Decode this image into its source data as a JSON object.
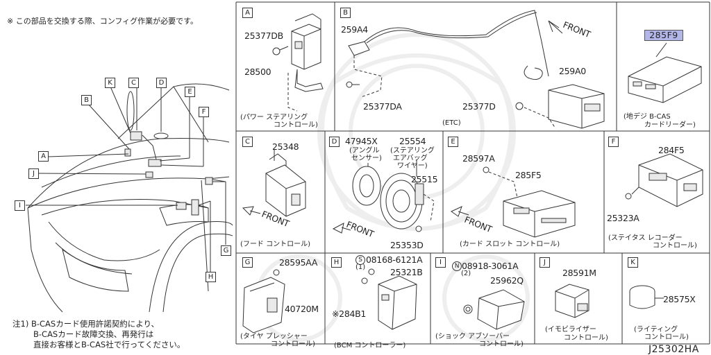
{
  "header_note": "※ この部品を交換する際、コンフィグ作業が必要です。",
  "footnote": {
    "line1": "注1) B-CASカード使用許諾契約により、",
    "line2": "B-CASカード故障交換、再発行は",
    "line3": "直接お客様とB-CAS社で行ってください。"
  },
  "diagram_id": "J25302HA",
  "overview_labels": [
    "A",
    "B",
    "C",
    "D",
    "E",
    "F",
    "G",
    "H",
    "I",
    "J",
    "K"
  ],
  "panels": {
    "A": {
      "letter": "A",
      "parts": [
        "25377DB",
        "28500"
      ],
      "caption_1": "(パワー ステアリング",
      "caption_2": "コントロール)"
    },
    "B": {
      "letter": "B",
      "parts": [
        "259A4",
        "259A0",
        "25377DA",
        "25377D"
      ],
      "front": "FRONT",
      "caption_1": "(ETC)"
    },
    "B_CAS": {
      "part": "285F9",
      "caption_1": "(地デジ B-CAS",
      "caption_2": "カードリーダー)"
    },
    "C": {
      "letter": "C",
      "parts": [
        "25348"
      ],
      "front": "FRONT",
      "caption_1": "(フード コントロール)"
    },
    "D": {
      "letter": "D",
      "parts": [
        "47945X",
        "25554",
        "25515",
        "25353D"
      ],
      "note_47945x_1": "(アングル",
      "note_47945x_2": "センサー)",
      "note_25554_1": "(ステアリング",
      "note_25554_2": "エアバッグ",
      "note_25554_3": "ワイヤー)",
      "front": "FRONT"
    },
    "E": {
      "letter": "E",
      "parts": [
        "28597A",
        "285F5"
      ],
      "front": "FRONT",
      "caption_1": "(カード スロット コントロール)"
    },
    "F": {
      "letter": "F",
      "parts": [
        "284F5",
        "25323A"
      ],
      "caption_1": "(ステイタス レコーダー",
      "caption_2": "コントロール)"
    },
    "G": {
      "letter": "G",
      "parts": [
        "28595AA",
        "40720M"
      ],
      "caption_1": "(タイヤ プレッシャー",
      "caption_2": "コントロール)"
    },
    "H": {
      "letter": "H",
      "parts": [
        "08168-6121A",
        "(1)",
        "25321B",
        "※284B1"
      ],
      "bolt_symbol": "S",
      "caption_1": "(BCM コントローラー)"
    },
    "I": {
      "letter": "I",
      "parts": [
        "08918-3061A",
        "(2)",
        "25962Q"
      ],
      "nut_symbol": "N",
      "caption_1": "(ショック アブソーバー",
      "caption_2": "コントロール)"
    },
    "J": {
      "letter": "J",
      "parts": [
        "28591M"
      ],
      "caption_1": "(イモビライザー",
      "caption_2": "コントロール)"
    },
    "K": {
      "letter": "K",
      "parts": [
        "28575X"
      ],
      "caption_1": "(ライティング",
      "caption_2": "コントロール)"
    }
  },
  "colors": {
    "highlight": "#b3b6e8",
    "line": "#333333",
    "background": "#ffffff"
  }
}
